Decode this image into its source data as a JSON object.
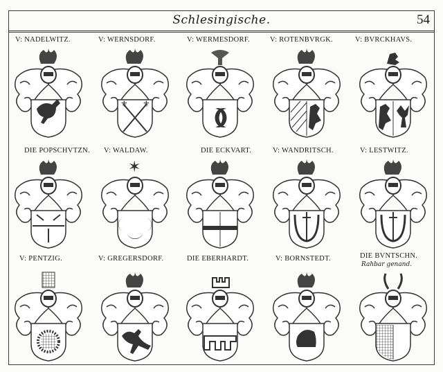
{
  "header": {
    "title": "Schlesingische.",
    "page_number": "54"
  },
  "rows": [
    {
      "entries": [
        {
          "label": "V: NADELWITZ.",
          "crest": "dog-on-helmet",
          "charge": "dog"
        },
        {
          "label": "V: WERNSDORF.",
          "crest": "plume-with-cross",
          "charge": "crossed-scepters-with-fleurs-de-lis"
        },
        {
          "label": "V: WERMESDORF.",
          "crest": "fan-plume",
          "charge": "two-crescents-addorsed"
        },
        {
          "label": "V: ROTENBVRGK.",
          "crest": "moon-with-peacock-feathers",
          "charge": "per-pale-bends-and-lion"
        },
        {
          "label": "V: BVRCKHAVS.",
          "crest": "lion",
          "charge": "per-pale-lion-and-eagle"
        }
      ]
    },
    {
      "entries": [
        {
          "label": "DIE POPSCHVTZN.",
          "crest": "ostrich-plumes",
          "charge": "arrows-and-sword"
        },
        {
          "label": "V: WALDAW.",
          "crest": "star",
          "charge": "three-crescents"
        },
        {
          "label": "DIE ECKVART.",
          "crest": "crescent-with-plumes",
          "charge": "quartered-with-fess"
        },
        {
          "label": "V: WANDRITSCH.",
          "crest": "arm-holding-branch",
          "charge": "lyre-with-cross"
        },
        {
          "label": "V: LESTWITZ.",
          "crest": "arm-holding-branch",
          "charge": "lyre-with-cross"
        }
      ]
    },
    {
      "entries": [
        {
          "label": "V: PENTZIG.",
          "crest": "checkered-sun",
          "charge": "checkered-sun"
        },
        {
          "label": "V: GREGERSDORF.",
          "crest": "ostrich-plumes",
          "charge": "leaping-dog"
        },
        {
          "label": "DIE EBERHARDT.",
          "crest": "tower",
          "charge": "embattled-fess"
        },
        {
          "label": "V: BORNSTEDT.",
          "crest": "plumes-on-hat",
          "charge": "hat"
        },
        {
          "label": "DIE BVNTSCHN.",
          "sublabel": "Rahbar genand.",
          "crest": "lyre-horns",
          "charge": "per-pale-checky"
        }
      ]
    }
  ]
}
